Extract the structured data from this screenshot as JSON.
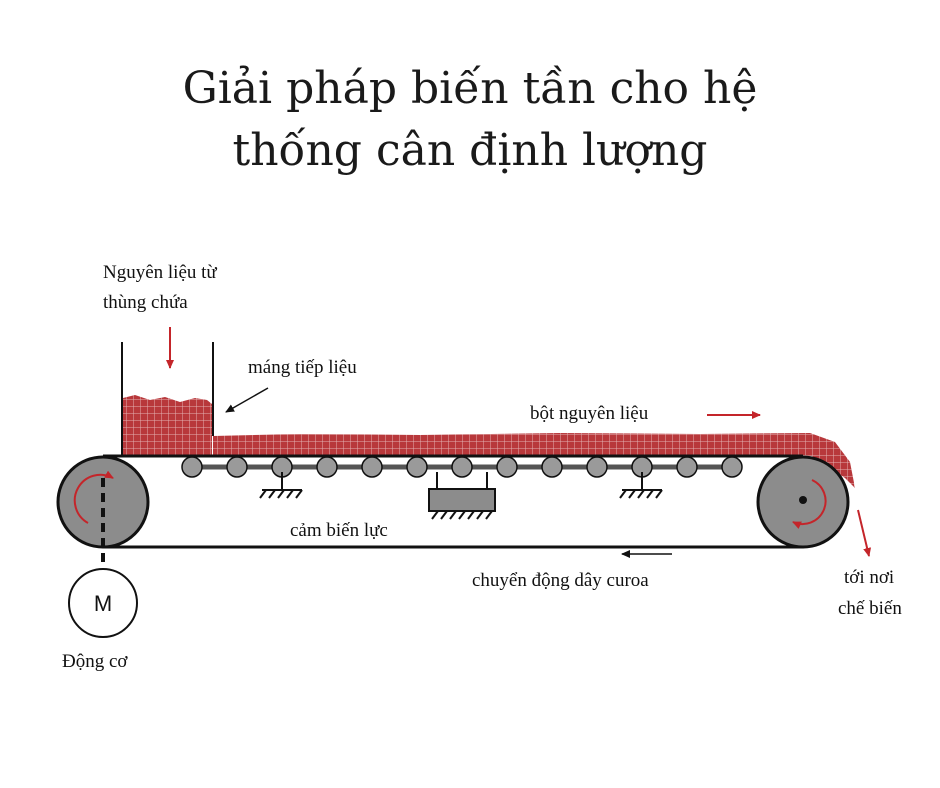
{
  "title": {
    "line1": "Giải pháp biến tần cho hệ",
    "line2": "thống cân định lượng"
  },
  "diagram": {
    "labels": {
      "source_line1": "Nguyên liệu từ",
      "source_line2": "thùng chứa",
      "feed_chute": "máng tiếp liệu",
      "powder": "bột nguyên liệu",
      "load_cell": "cảm biến lực",
      "belt_motion": "chuyển động dây curoa",
      "output_line1": "tới nơi",
      "output_line2": "chế biến",
      "motor_symbol": "M",
      "motor": "Động cơ"
    },
    "colors": {
      "material": "#b8383b",
      "arrow_red": "#c4252a",
      "pulley": "#8c8c8c",
      "roller": "#9a9a9a",
      "line": "#111111"
    }
  }
}
